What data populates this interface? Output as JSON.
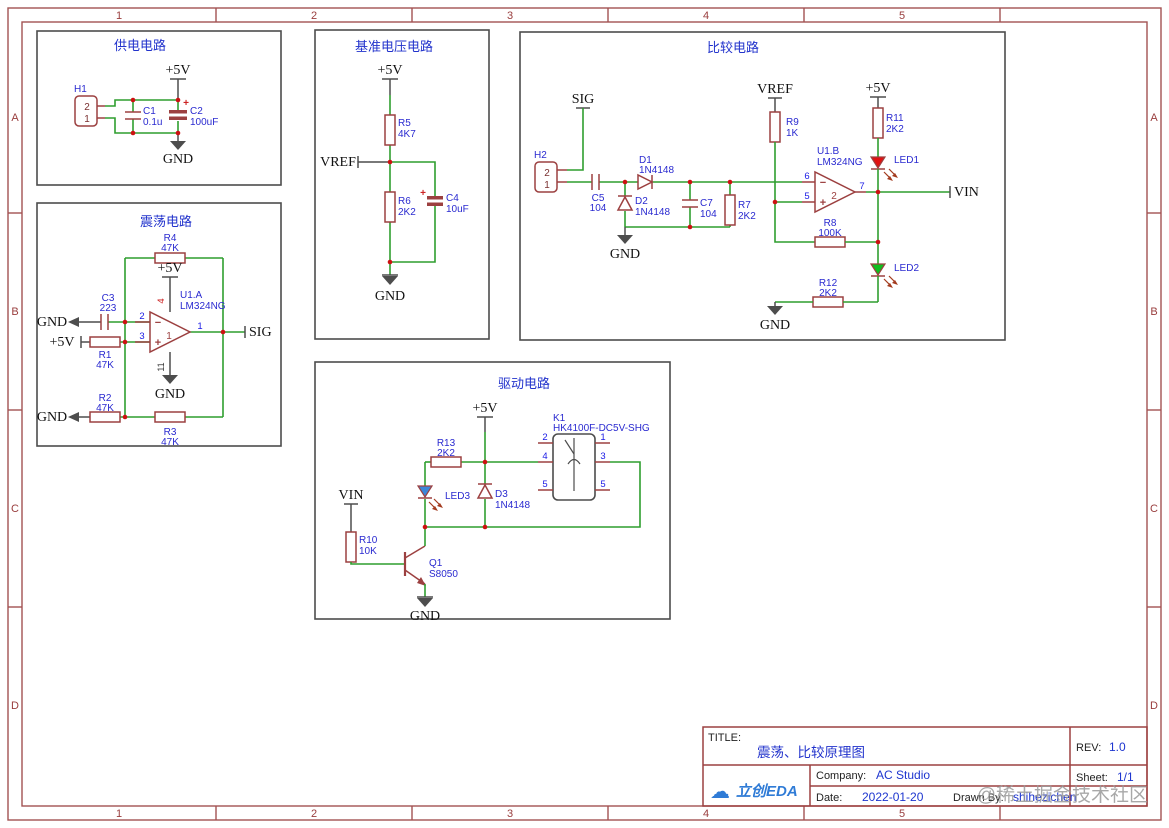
{
  "frame": {
    "cols": [
      "1",
      "2",
      "3",
      "4",
      "5"
    ],
    "rows": [
      "A",
      "B",
      "C",
      "D"
    ]
  },
  "nets": {
    "vcc": "+5V",
    "gnd": "GND",
    "sig": "SIG",
    "vref": "VREF",
    "vin": "VIN"
  },
  "glyphs": {
    "minus": "−",
    "plus": "+"
  },
  "blocks": {
    "power": {
      "title": "供电电路"
    },
    "osc": {
      "title": "震荡电路"
    },
    "ref": {
      "title": "基准电压电路"
    },
    "comp": {
      "title": "比较电路"
    },
    "drive": {
      "title": "驱动电路"
    }
  },
  "parts": {
    "H1": {
      "ref": "H1",
      "pin2": "2",
      "pin1": "1"
    },
    "H2": {
      "ref": "H2",
      "pin2": "2",
      "pin1": "1"
    },
    "C1": {
      "ref": "C1",
      "val": "0.1u"
    },
    "C2": {
      "ref": "C2",
      "val": "100uF"
    },
    "C3": {
      "ref": "C3",
      "val": "223"
    },
    "C4": {
      "ref": "C4",
      "val": "10uF"
    },
    "C5": {
      "ref": "C5",
      "val": "104"
    },
    "C7": {
      "ref": "C7",
      "val": "104"
    },
    "R1": {
      "ref": "R1",
      "val": "47K"
    },
    "R2": {
      "ref": "R2",
      "val": "47K"
    },
    "R3": {
      "ref": "R3",
      "val": "47K"
    },
    "R4": {
      "ref": "R4",
      "val": "47K"
    },
    "R5": {
      "ref": "R5",
      "val": "4K7"
    },
    "R6": {
      "ref": "R6",
      "val": "2K2"
    },
    "R7": {
      "ref": "R7",
      "val": "2K2"
    },
    "R8": {
      "ref": "R8",
      "val": "100K"
    },
    "R9": {
      "ref": "R9",
      "val": "1K"
    },
    "R10": {
      "ref": "R10",
      "val": "10K"
    },
    "R11": {
      "ref": "R11",
      "val": "2K2"
    },
    "R12": {
      "ref": "R12",
      "val": "2K2"
    },
    "R13": {
      "ref": "R13",
      "val": "2K2"
    },
    "D1": {
      "ref": "D1",
      "val": "1N4148"
    },
    "D2": {
      "ref": "D2",
      "val": "1N4148"
    },
    "D3": {
      "ref": "D3",
      "val": "1N4148"
    },
    "LED1": {
      "ref": "LED1"
    },
    "LED2": {
      "ref": "LED2"
    },
    "LED3": {
      "ref": "LED3"
    },
    "Q1": {
      "ref": "Q1",
      "val": "S8050"
    },
    "K1": {
      "ref": "K1",
      "val": "HK4100F-DC5V-SHG",
      "pins": [
        "2",
        "1",
        "4",
        "3",
        "5",
        "5"
      ]
    },
    "U1A": {
      "ref": "U1.A",
      "val": "LM324NG",
      "inner": "1",
      "pins": {
        "inv": "2",
        "nin": "3",
        "out": "1",
        "vp": "4",
        "vm": "11"
      }
    },
    "U1B": {
      "ref": "U1.B",
      "val": "LM324NG",
      "inner": "2",
      "pins": {
        "inv": "6",
        "nin": "5",
        "out": "7"
      }
    }
  },
  "title_block": {
    "title_label": "TITLE:",
    "title": "震荡、比较原理图",
    "rev_label": "REV:",
    "rev": "1.0",
    "company_label": "Company:",
    "company": "AC Studio",
    "sheet_label": "Sheet:",
    "sheet": "1/1",
    "date_label": "Date:",
    "date": "2022-01-20",
    "drawn_label": "Drawn By:",
    "drawn": "shihezichen",
    "logo_cloud": "☁",
    "logo_text": "立创EDA"
  },
  "watermark": "@稀土掘金技术社区",
  "colors": {
    "wire": "#2f9e2f",
    "component": "#9c4040",
    "frame": "#a35252",
    "label_blue": "#2a2ad0",
    "led1": "#e01212",
    "led2": "#0fbf1f",
    "led3": "#3c86d8"
  }
}
